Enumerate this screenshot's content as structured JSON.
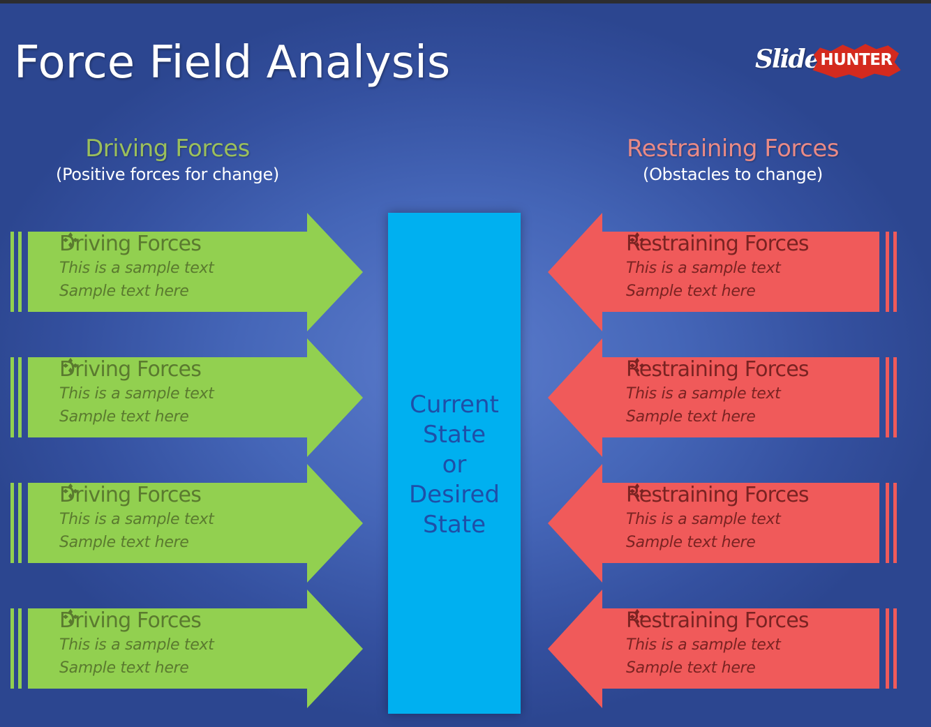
{
  "slide": {
    "title": "Force Field Analysis",
    "logo": {
      "part1": "Slide",
      "part2": "HUNTER"
    }
  },
  "colors": {
    "background": "#3f5db0",
    "driving": "#92d050",
    "restraining": "#f05a5a",
    "center": "#00b0f0",
    "center_text": "#1e4fa8"
  },
  "driving_header": {
    "title": "Driving Forces",
    "subtitle": "(Positive forces for change)"
  },
  "restraining_header": {
    "title": "Restraining Forces",
    "subtitle": "(Obstacles to change)"
  },
  "center": {
    "lines": [
      "Current",
      "State",
      "or",
      "Desired",
      "State"
    ]
  },
  "driving_forces": [
    {
      "title": "Driving Forces",
      "bullets": [
        "This is a sample text",
        "Sample text here"
      ]
    },
    {
      "title": "Driving Forces",
      "bullets": [
        "This is a sample text",
        "Sample text here"
      ]
    },
    {
      "title": "Driving Forces",
      "bullets": [
        "This is a sample text",
        "Sample text here"
      ]
    },
    {
      "title": "Driving Forces",
      "bullets": [
        "This is a sample text",
        "Sample text here"
      ]
    }
  ],
  "restraining_forces": [
    {
      "title": "Restraining Forces",
      "bullets": [
        "This is a sample text",
        "Sample text here"
      ]
    },
    {
      "title": "Restraining Forces",
      "bullets": [
        "This is a sample text",
        "Sample text here"
      ]
    },
    {
      "title": "Restraining Forces",
      "bullets": [
        "This is a sample text",
        "Sample text here"
      ]
    },
    {
      "title": "Restraining Forces",
      "bullets": [
        "This is a sample text",
        "Sample text here"
      ]
    }
  ],
  "icons": {
    "bullet": "diamond-bullet-icon",
    "arrow_left_group": "right-arrow",
    "arrow_right_group": "left-arrow"
  }
}
